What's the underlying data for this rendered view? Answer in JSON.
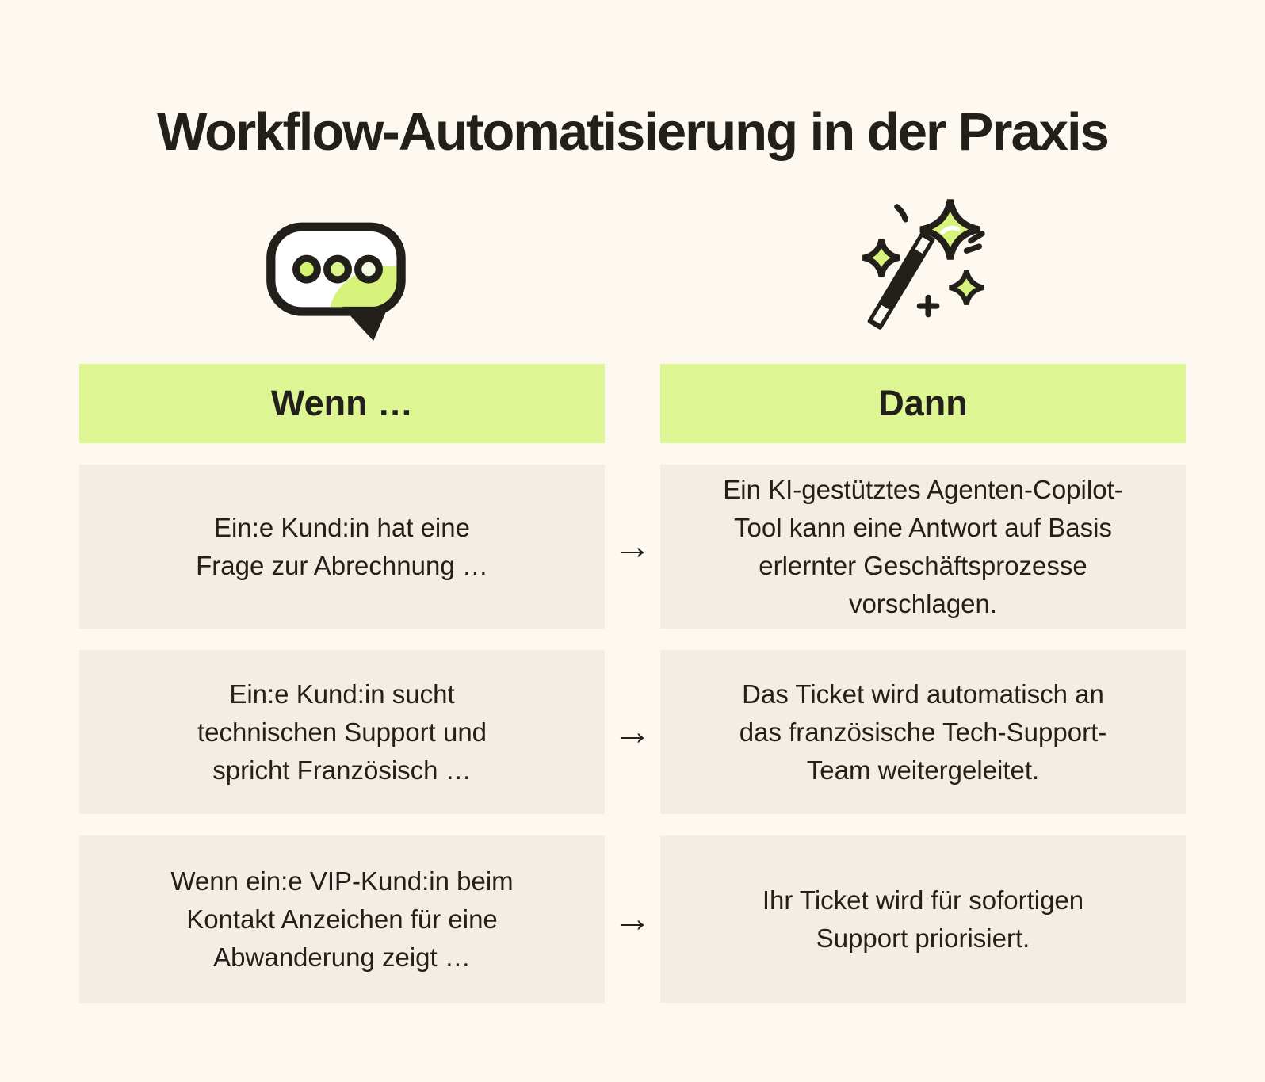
{
  "page": {
    "title": "Workflow-Automatisierung in der Praxis"
  },
  "colors": {
    "page_bg": "#FDF8F0",
    "header_bg": "#DEF593",
    "cell_bg": "#F4EDE4",
    "text": "#23201B",
    "icon_green": "#D7F37C",
    "icon_outline": "#23201B"
  },
  "icons": {
    "wenn_column": "speech-bubble-icon",
    "dann_column": "magic-wand-icon"
  },
  "table": {
    "arrow_glyph": "→",
    "columns": [
      {
        "key": "wenn",
        "label": "Wenn …"
      },
      {
        "key": "dann",
        "label": "Dann"
      }
    ],
    "rows": [
      {
        "wenn": "Ein:e Kund:in hat eine\nFrage zur Abrechnung …",
        "dann": "Ein KI-gestütztes Agenten-Copilot-\nTool kann eine Antwort auf Basis\nerlernter Geschäftsprozesse\nvorschlagen."
      },
      {
        "wenn": "Ein:e Kund:in sucht\ntechnischen Support und\nspricht Französisch …",
        "dann": "Das Ticket wird automatisch an\ndas französische Tech-Support-\nTeam weitergeleitet."
      },
      {
        "wenn": "Wenn ein:e VIP-Kund:in beim\nKontakt Anzeichen für eine\nAbwanderung zeigt …",
        "dann": "Ihr Ticket wird für sofortigen\nSupport priorisiert."
      }
    ]
  }
}
